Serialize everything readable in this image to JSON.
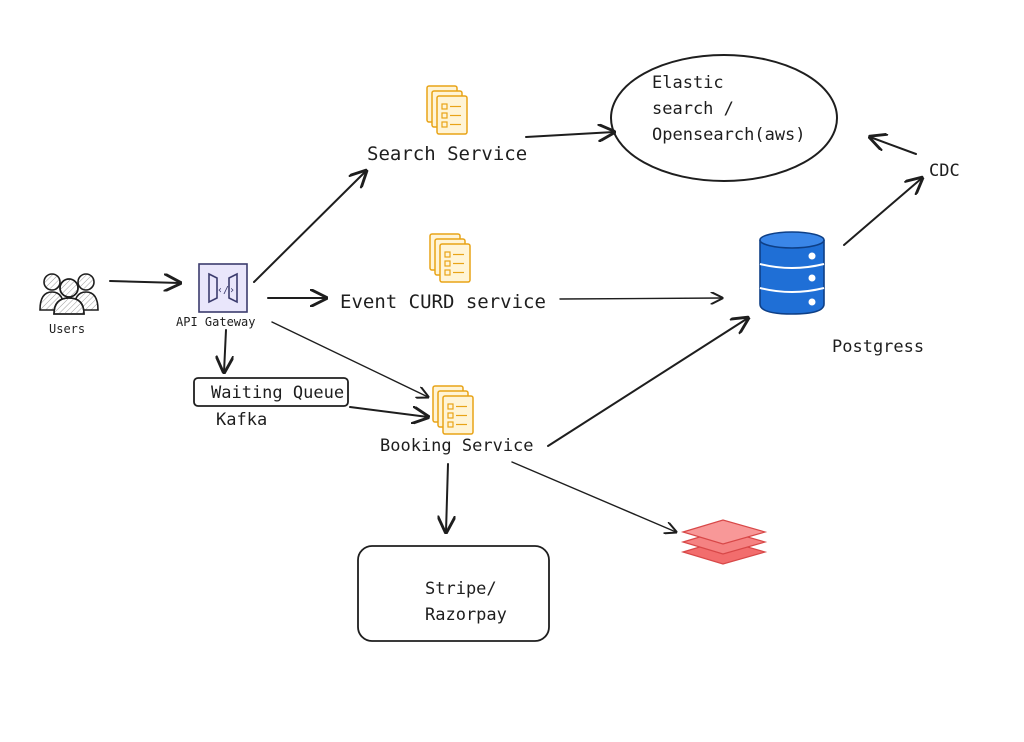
{
  "nodes": {
    "users": {
      "label": "Users",
      "icon": "users-icon"
    },
    "api_gateway": {
      "label": "API Gateway",
      "icon": "api-gateway-icon"
    },
    "waiting_queue": {
      "label": "Waiting Queue",
      "sublabel": "Kafka"
    },
    "search_service": {
      "label": "Search Service",
      "icon": "document-stack-icon"
    },
    "event_service": {
      "label": "Event CURD service",
      "icon": "document-stack-icon"
    },
    "booking_service": {
      "label": "Booking Service",
      "icon": "document-stack-icon"
    },
    "elastic": {
      "line1": "Elastic",
      "line2": "search /",
      "line3": "Opensearch(aws)"
    },
    "cdc": {
      "label": "CDC"
    },
    "postgres": {
      "label": "Postgress",
      "icon": "database-icon"
    },
    "payment": {
      "line1": "Stripe/",
      "line2": "Razorpay"
    },
    "cache": {
      "icon": "layers-icon"
    }
  },
  "colors": {
    "document_stroke": "#e8a317",
    "document_fill": "#fff4d6",
    "database": "#1f6fd6",
    "layers": "#f26d6d",
    "ink": "#1e1e1e",
    "gateway_fill": "#e9e6fb",
    "gateway_stroke": "#3c3c6e"
  }
}
